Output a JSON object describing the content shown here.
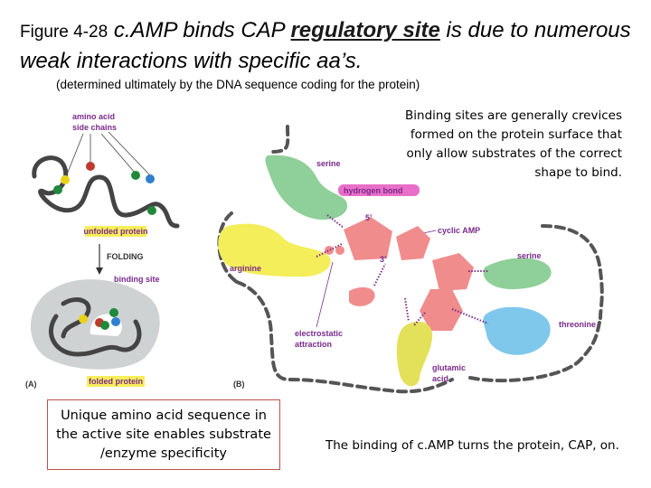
{
  "title": {
    "figure_label": "Figure 4-28",
    "pre": "c.AMP binds CAP ",
    "keyword": "regulatory site",
    "post": " is due to numerous weak interactions with specific aa’s."
  },
  "subnote": "(determined ultimately by the DNA sequence coding for the protein)",
  "callout_right": "Binding sites are generally crevices formed on the protein surface that only allow substrates of the correct shape to bind.",
  "box_left": "Unique amino acid sequence in the active site enables substrate /enzyme specificity",
  "note_bottom": "The binding of c.AMP turns the protein, CAP, on.",
  "panel_a": {
    "label_side_chains_1": "amino acid",
    "label_side_chains_2": "side chains",
    "label_unfolded": "unfolded protein",
    "label_folding": "FOLDING",
    "label_binding_site": "binding site",
    "label_folded": "folded protein",
    "panel_letter": "(A)"
  },
  "panel_b": {
    "panel_letter": "(B)",
    "serine_top": "serine",
    "hydrogen_bond": "hydrogen bond",
    "cyclic_amp": "cyclic AMP",
    "five_prime": "5’",
    "three_prime": "3’",
    "arginine": "arginine",
    "serine_right": "serine",
    "threonine": "threonine",
    "electrostatic_1": "electrostatic",
    "electrostatic_2": "attraction",
    "glutamic_1": "glutamic",
    "glutamic_2": "acid"
  },
  "colors": {
    "serine_green": "#8fcf99",
    "arginine_yellow": "#f3ee5a",
    "camp_pink": "#f08c8c",
    "threonine_blue": "#7fc8ec",
    "glutamic_yellow": "#e3e05a",
    "label_purple": "#7a2a8c",
    "tag_yellow": "#f7ee5a",
    "protein_gray": "#cfd2d2",
    "backbone_dark": "#444444"
  }
}
